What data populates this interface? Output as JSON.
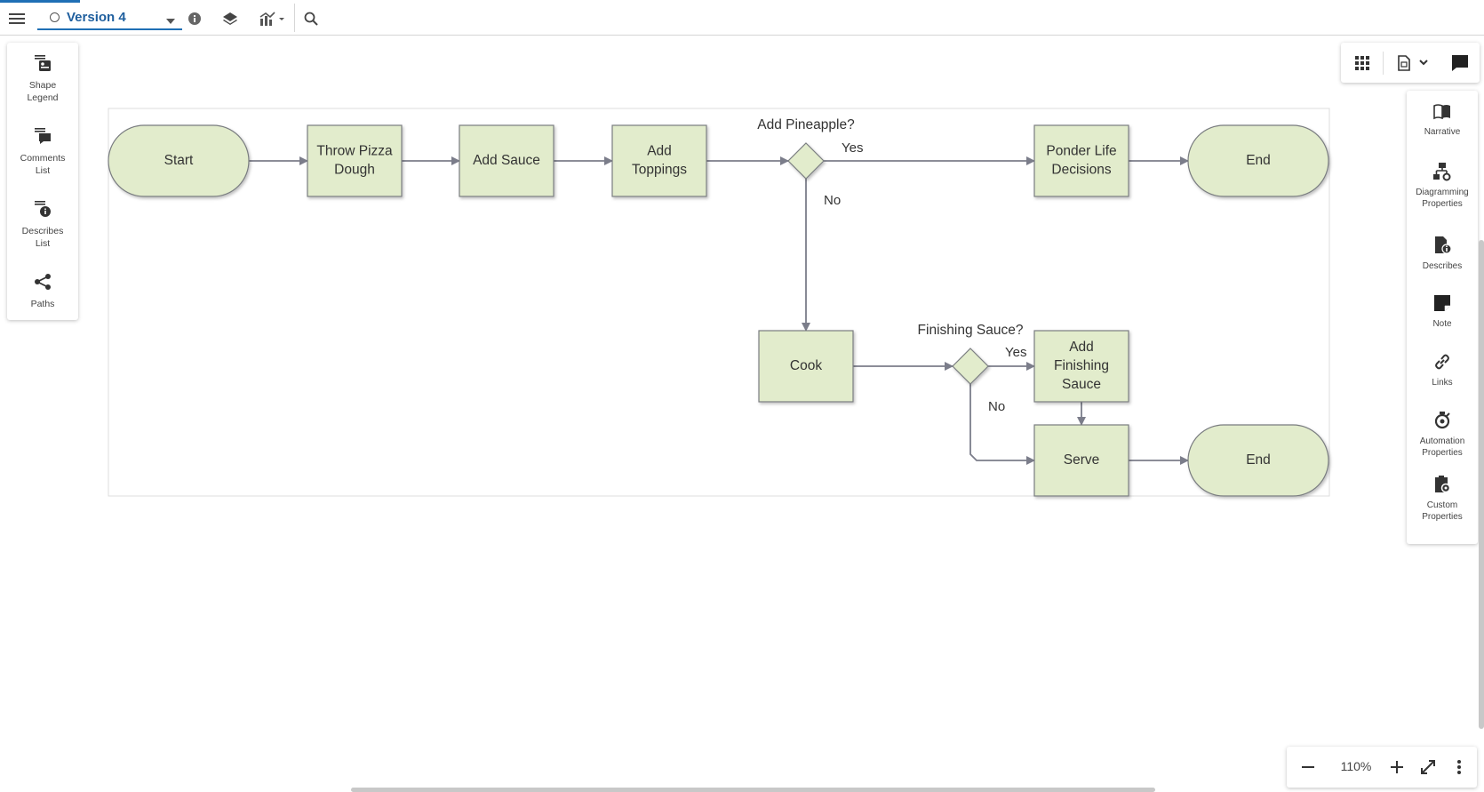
{
  "toolbar": {
    "version_label": "Version 4"
  },
  "left_panel": {
    "items": [
      {
        "label": "Shape Legend",
        "lines": [
          "Shape",
          "Legend"
        ]
      },
      {
        "label": "Comments List",
        "lines": [
          "Comments",
          "List"
        ]
      },
      {
        "label": "Describes List",
        "lines": [
          "Describes",
          "List"
        ]
      },
      {
        "label": "Paths",
        "lines": [
          "Paths"
        ]
      }
    ]
  },
  "right_panel": {
    "items": [
      {
        "label": "Narrative",
        "lines": [
          "Narrative"
        ]
      },
      {
        "label": "Diagramming Properties",
        "lines": [
          "Diagramming",
          "Properties"
        ]
      },
      {
        "label": "Describes",
        "lines": [
          "Describes"
        ]
      },
      {
        "label": "Note",
        "lines": [
          "Note"
        ]
      },
      {
        "label": "Links",
        "lines": [
          "Links"
        ]
      },
      {
        "label": "Automation Properties",
        "lines": [
          "Automation",
          "Properties"
        ]
      },
      {
        "label": "Custom Properties",
        "lines": [
          "Custom",
          "Properties"
        ]
      }
    ]
  },
  "zoom": {
    "value": "110%"
  },
  "diagram": {
    "node_fill": "#e2eccc",
    "node_stroke": "#7a7d80",
    "edge_color": "#7b7d8a",
    "nodes": [
      {
        "id": "start",
        "type": "terminator",
        "lines": [
          "Start"
        ]
      },
      {
        "id": "dough",
        "type": "process",
        "lines": [
          "Throw Pizza",
          "Dough"
        ]
      },
      {
        "id": "sauce",
        "type": "process",
        "lines": [
          "Add Sauce"
        ]
      },
      {
        "id": "toppings",
        "type": "process",
        "lines": [
          "Add",
          "Toppings"
        ]
      },
      {
        "id": "pineapple",
        "type": "decision",
        "lines": [],
        "title": "Add Pineapple?"
      },
      {
        "id": "ponder",
        "type": "process",
        "lines": [
          "Ponder Life",
          "Decisions"
        ]
      },
      {
        "id": "end1",
        "type": "terminator",
        "lines": [
          "End"
        ]
      },
      {
        "id": "cook",
        "type": "process",
        "lines": [
          "Cook"
        ]
      },
      {
        "id": "finishing",
        "type": "decision",
        "lines": [],
        "title": "Finishing Sauce?"
      },
      {
        "id": "addfinish",
        "type": "process",
        "lines": [
          "Add",
          "Finishing",
          "Sauce"
        ]
      },
      {
        "id": "serve",
        "type": "process",
        "lines": [
          "Serve"
        ]
      },
      {
        "id": "end2",
        "type": "terminator",
        "lines": [
          "End"
        ]
      }
    ],
    "edges": [
      {
        "from": "start",
        "to": "dough",
        "label": ""
      },
      {
        "from": "dough",
        "to": "sauce",
        "label": ""
      },
      {
        "from": "sauce",
        "to": "toppings",
        "label": ""
      },
      {
        "from": "toppings",
        "to": "pineapple",
        "label": ""
      },
      {
        "from": "pineapple",
        "to": "ponder",
        "label": "Yes"
      },
      {
        "from": "ponder",
        "to": "end1",
        "label": ""
      },
      {
        "from": "pineapple",
        "to": "cook",
        "label": "No"
      },
      {
        "from": "cook",
        "to": "finishing",
        "label": ""
      },
      {
        "from": "finishing",
        "to": "addfinish",
        "label": "Yes"
      },
      {
        "from": "addfinish",
        "to": "serve",
        "label": ""
      },
      {
        "from": "finishing",
        "to": "serve",
        "label": "No"
      },
      {
        "from": "serve",
        "to": "end2",
        "label": ""
      }
    ]
  }
}
